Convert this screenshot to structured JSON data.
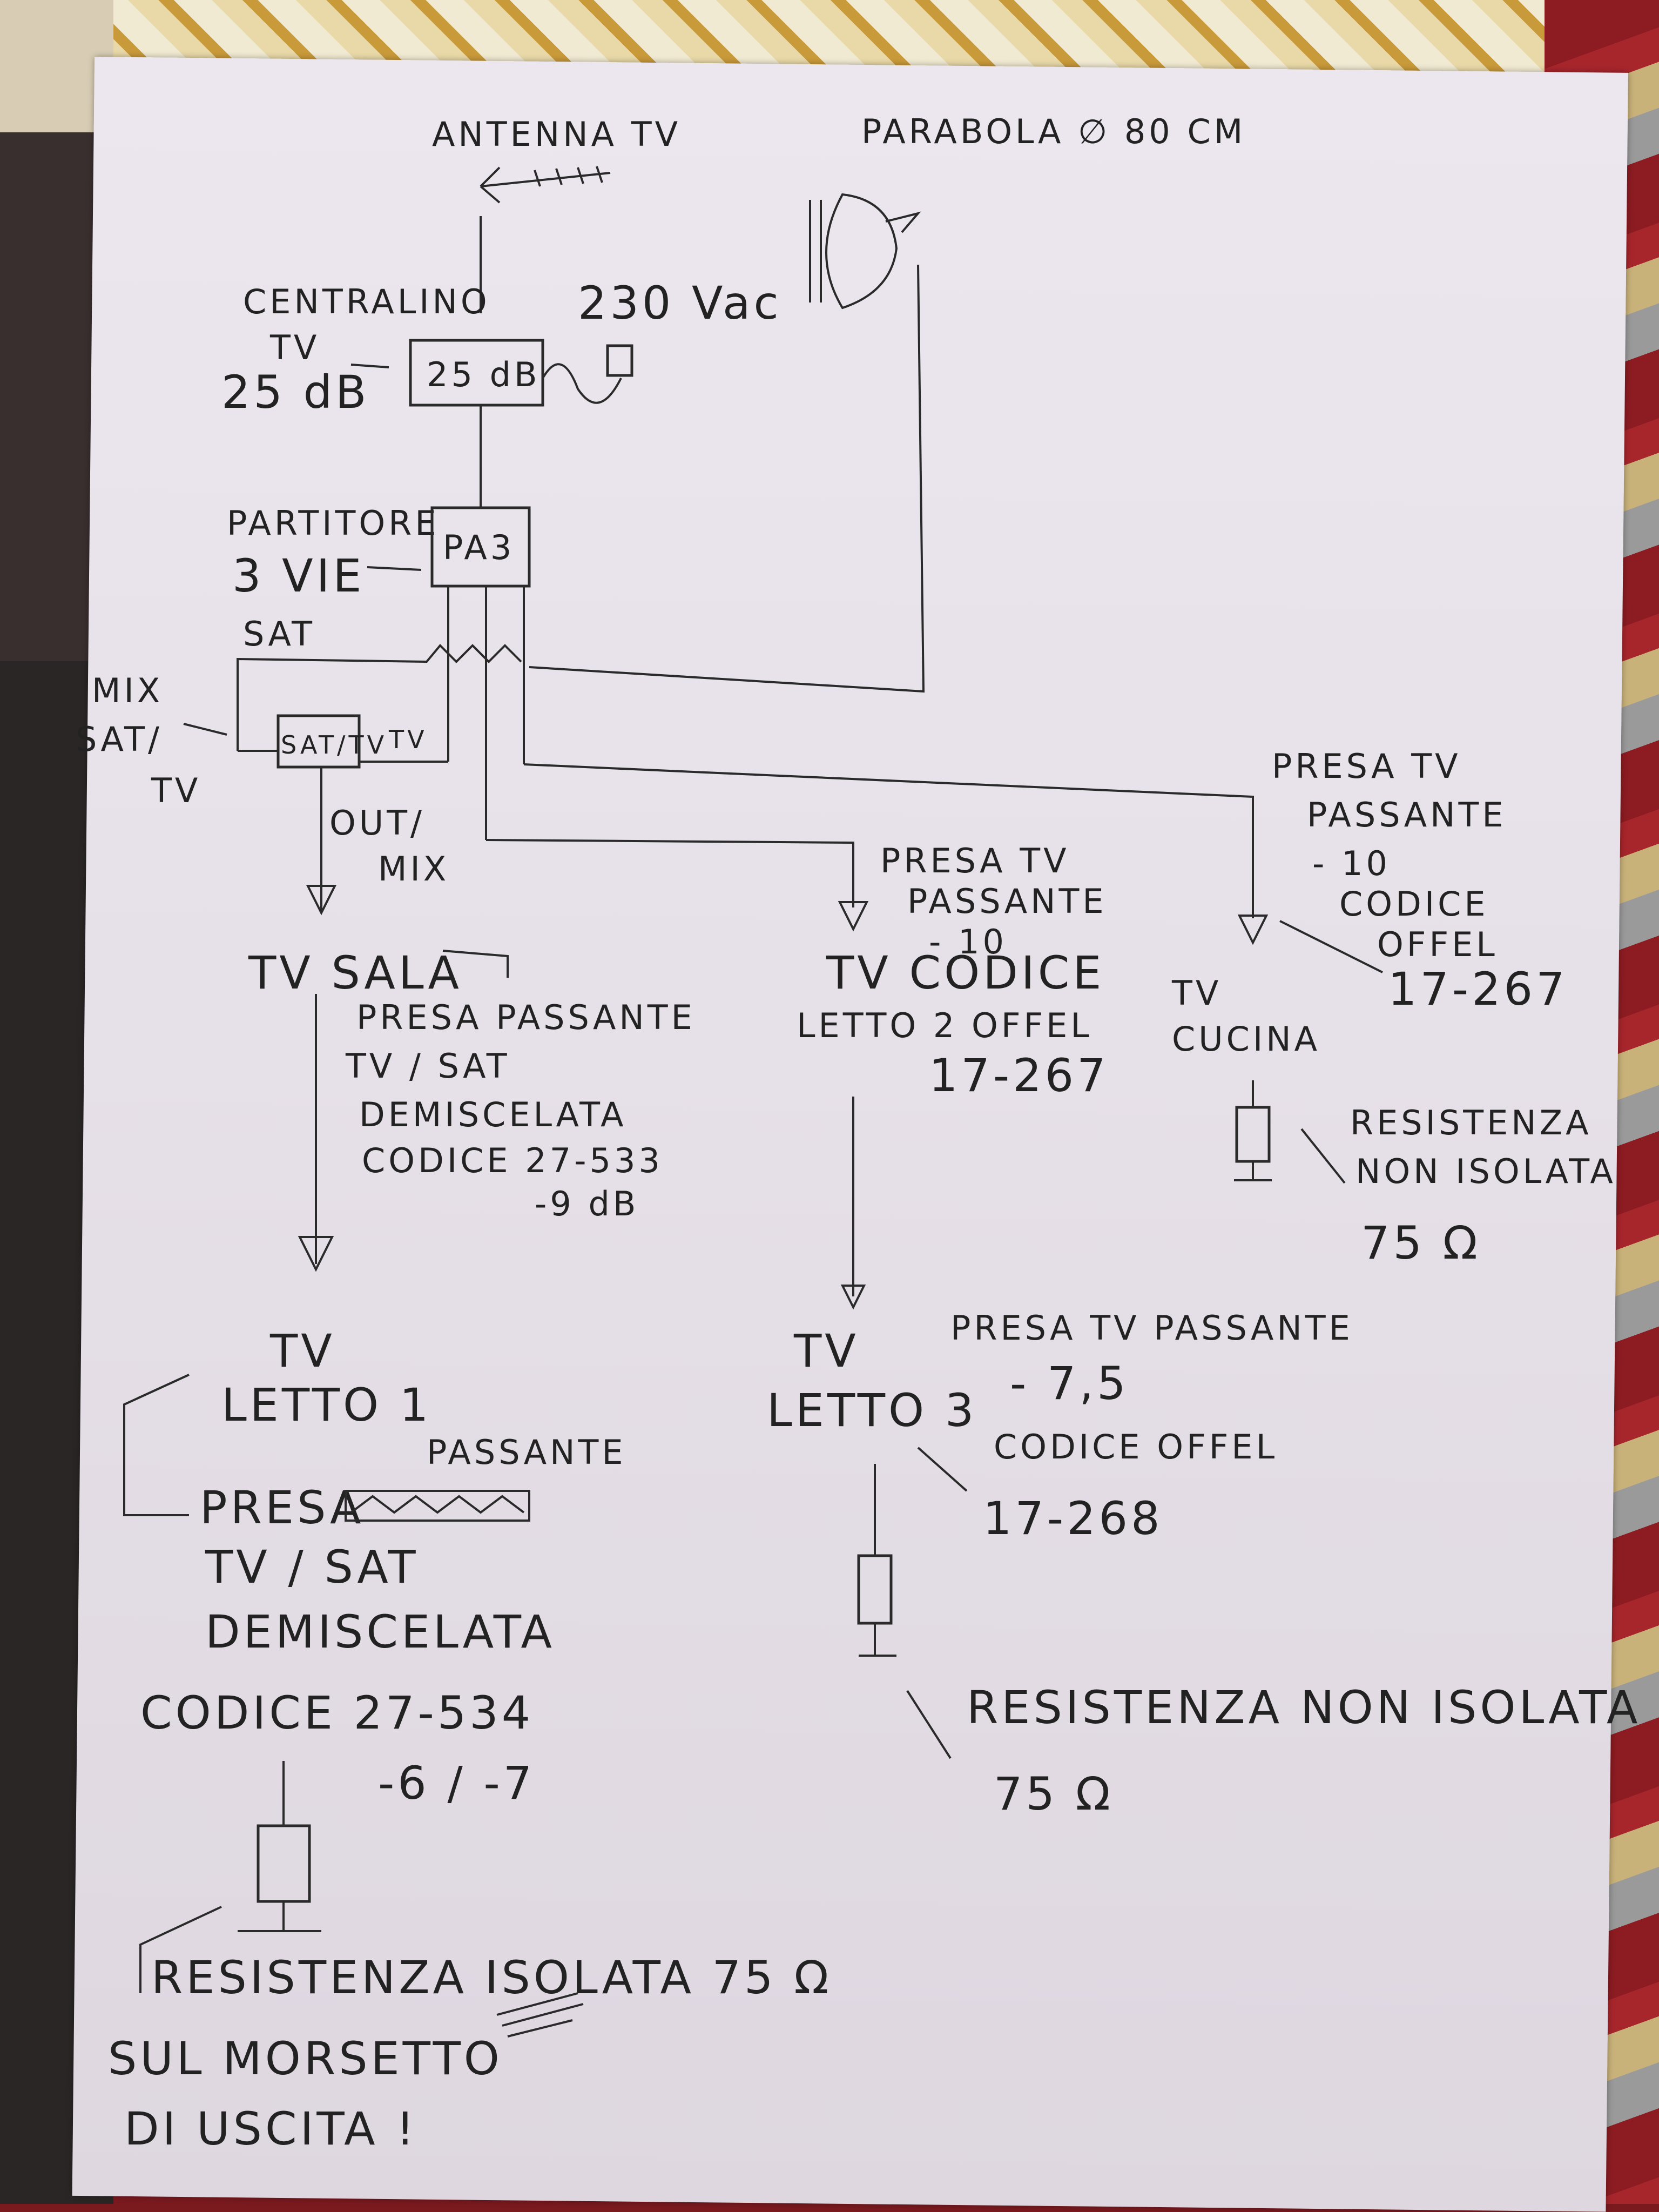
{
  "labels": {
    "antenna": "ANTENNA TV",
    "parabola": "PARABOLA ∅ 80 CM",
    "centralino_1": "CENTRALINO",
    "centralino_2": "TV",
    "centralino_3": "25 dB",
    "centralino_box": "25 dB",
    "power": "230 Vac",
    "partitore_1": "PARTITORE",
    "partitore_2": "3 VIE",
    "partitore_box": "PA3",
    "sat": "SAT",
    "mix_1": "MIX",
    "mix_2": "SAT/",
    "mix_3": "TV",
    "mixer_box": "SAT/TV",
    "mixer_tv": "TV",
    "out_mix_1": "OUT/",
    "out_mix_2": "MIX",
    "tv_sala": "TV SALA",
    "sala_1": "PRESA PASSANTE",
    "sala_2": "TV / SAT",
    "sala_3": "DEMISCELATA",
    "sala_4": "CODICE  27-533",
    "sala_5": "-9 dB",
    "letto2_1": "PRESA TV",
    "letto2_2": "PASSANTE",
    "letto2_3": "- 10",
    "letto2_4": "TV   CODICE",
    "letto2_5": "LETTO 2   OFFEL",
    "letto2_6": "17-267",
    "cucina_1": "PRESA TV",
    "cucina_2": "PASSANTE",
    "cucina_3": "- 10",
    "cucina_4": "CODICE",
    "cucina_5": "OFFEL",
    "cucina_6": "17-267",
    "cucina_tv_1": "TV",
    "cucina_tv_2": "CUCINA",
    "res_cucina_1": "RESISTENZA",
    "res_cucina_2": "NON ISOLATA",
    "res_cucina_3": "75 Ω",
    "letto1_1": "TV",
    "letto1_2": "LETTO 1",
    "letto1_3": "PASSANTE",
    "letto1_4": "PRESA",
    "letto1_5": "TV / SAT",
    "letto1_6": "DEMISCELATA",
    "letto1_7": "CODICE  27-534",
    "letto1_8": "-6 / -7",
    "letto3_1": "TV",
    "letto3_2": "LETTO 3",
    "letto3_3": "PRESA TV PASSANTE",
    "letto3_4": "- 7,5",
    "letto3_5": "CODICE OFFEL",
    "letto3_6": "17-268",
    "res_letto3": "RESISTENZA  NON ISOLATA",
    "res_letto3_2": "75 Ω",
    "res_letto1_1": "RESISTENZA  ISOLATA  75 Ω",
    "res_letto1_2": "SUL MORSETTO",
    "res_letto1_3": "DI USCITA !"
  }
}
